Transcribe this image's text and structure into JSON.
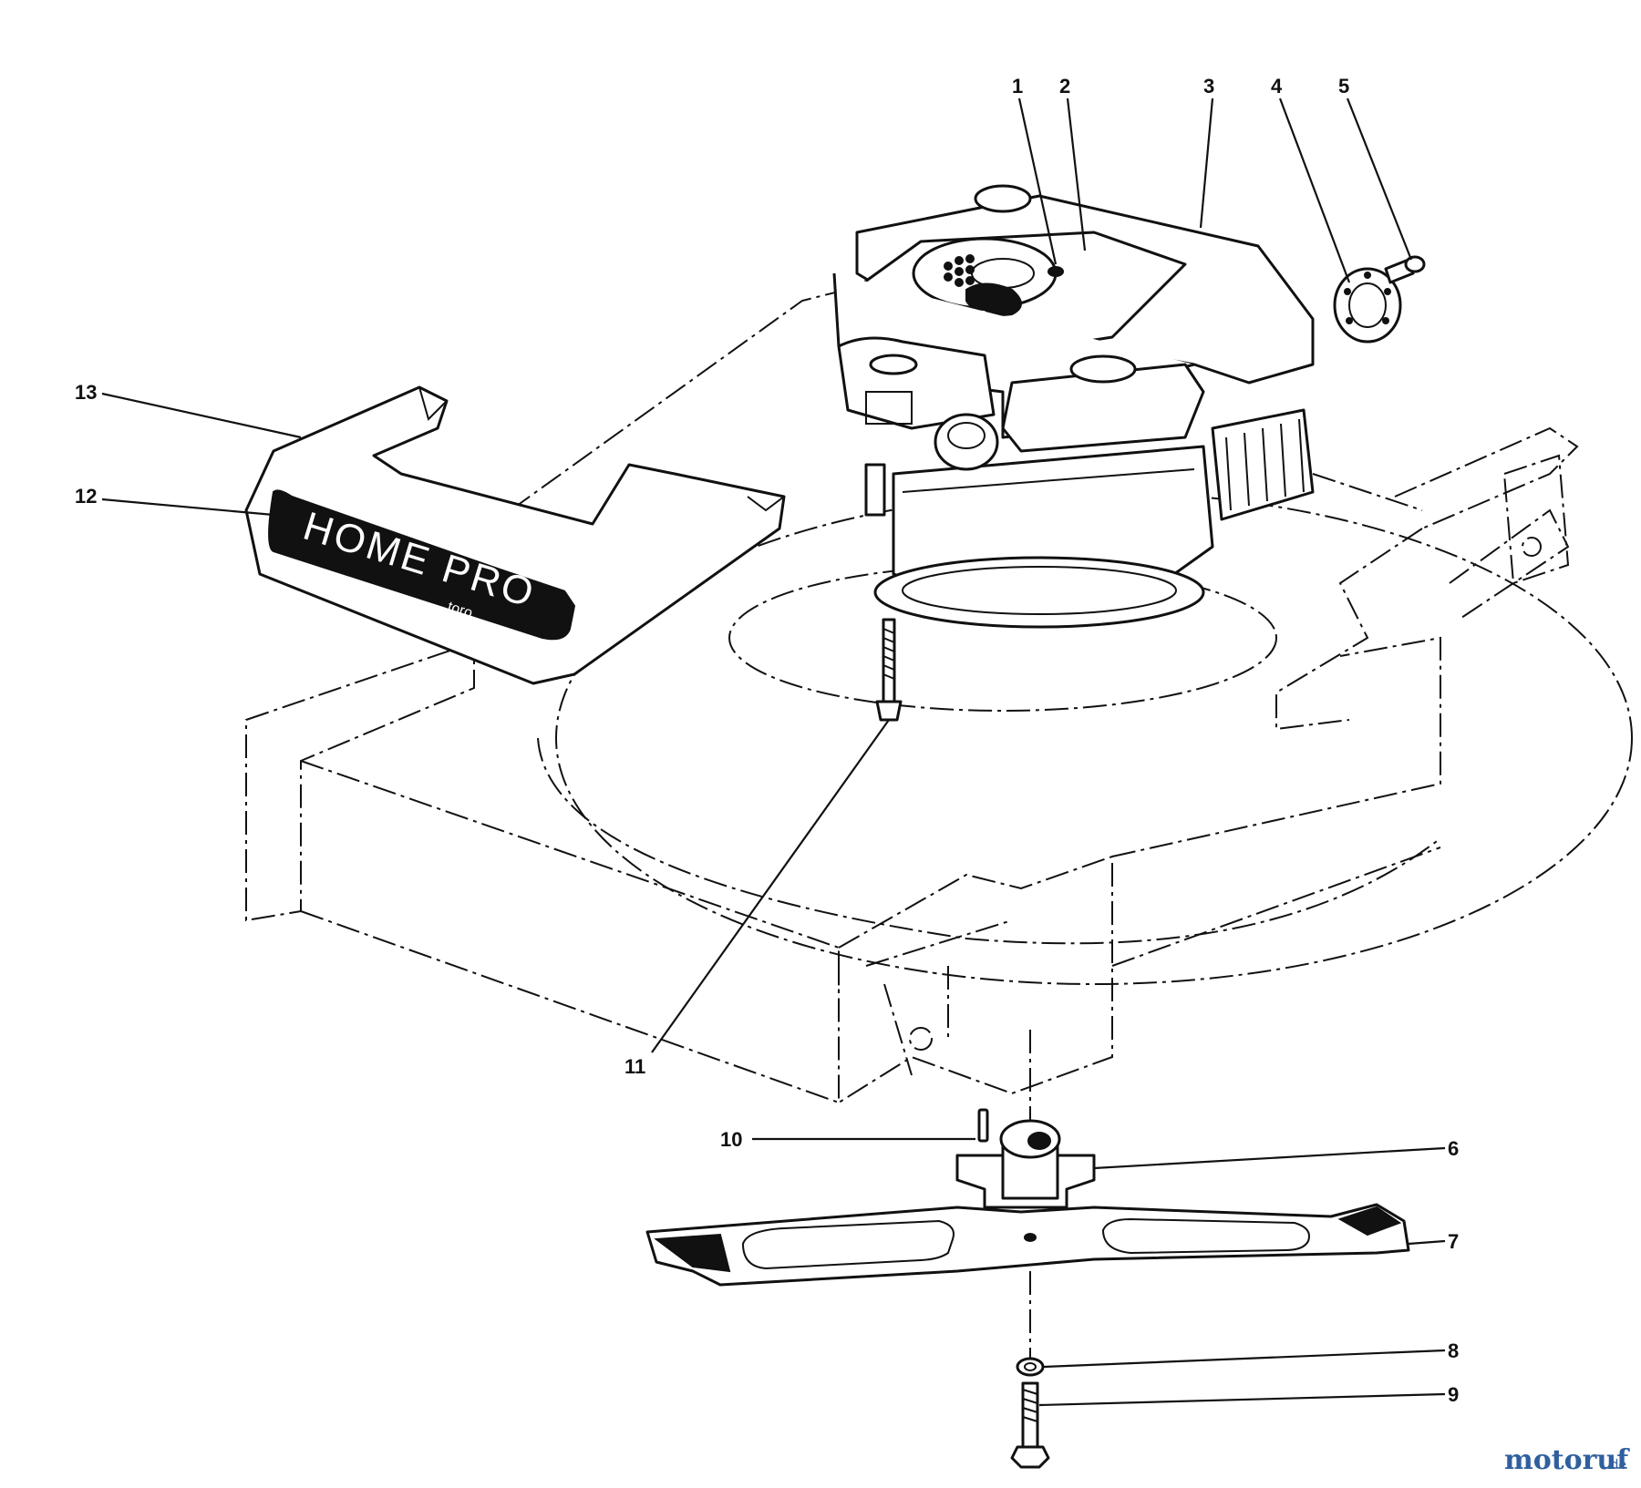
{
  "diagram": {
    "brand_badge": {
      "main": "HOME PRO",
      "sub": "toro"
    },
    "watermark": {
      "main": "motoruf",
      "tld": ".de"
    },
    "callouts": [
      {
        "id": "1",
        "label": "1"
      },
      {
        "id": "2",
        "label": "2"
      },
      {
        "id": "3",
        "label": "3"
      },
      {
        "id": "4",
        "label": "4"
      },
      {
        "id": "5",
        "label": "5"
      },
      {
        "id": "6",
        "label": "6"
      },
      {
        "id": "7",
        "label": "7"
      },
      {
        "id": "8",
        "label": "8"
      },
      {
        "id": "9",
        "label": "9"
      },
      {
        "id": "10",
        "label": "10"
      },
      {
        "id": "11",
        "label": "11"
      },
      {
        "id": "12",
        "label": "12"
      },
      {
        "id": "13",
        "label": "13"
      }
    ]
  }
}
